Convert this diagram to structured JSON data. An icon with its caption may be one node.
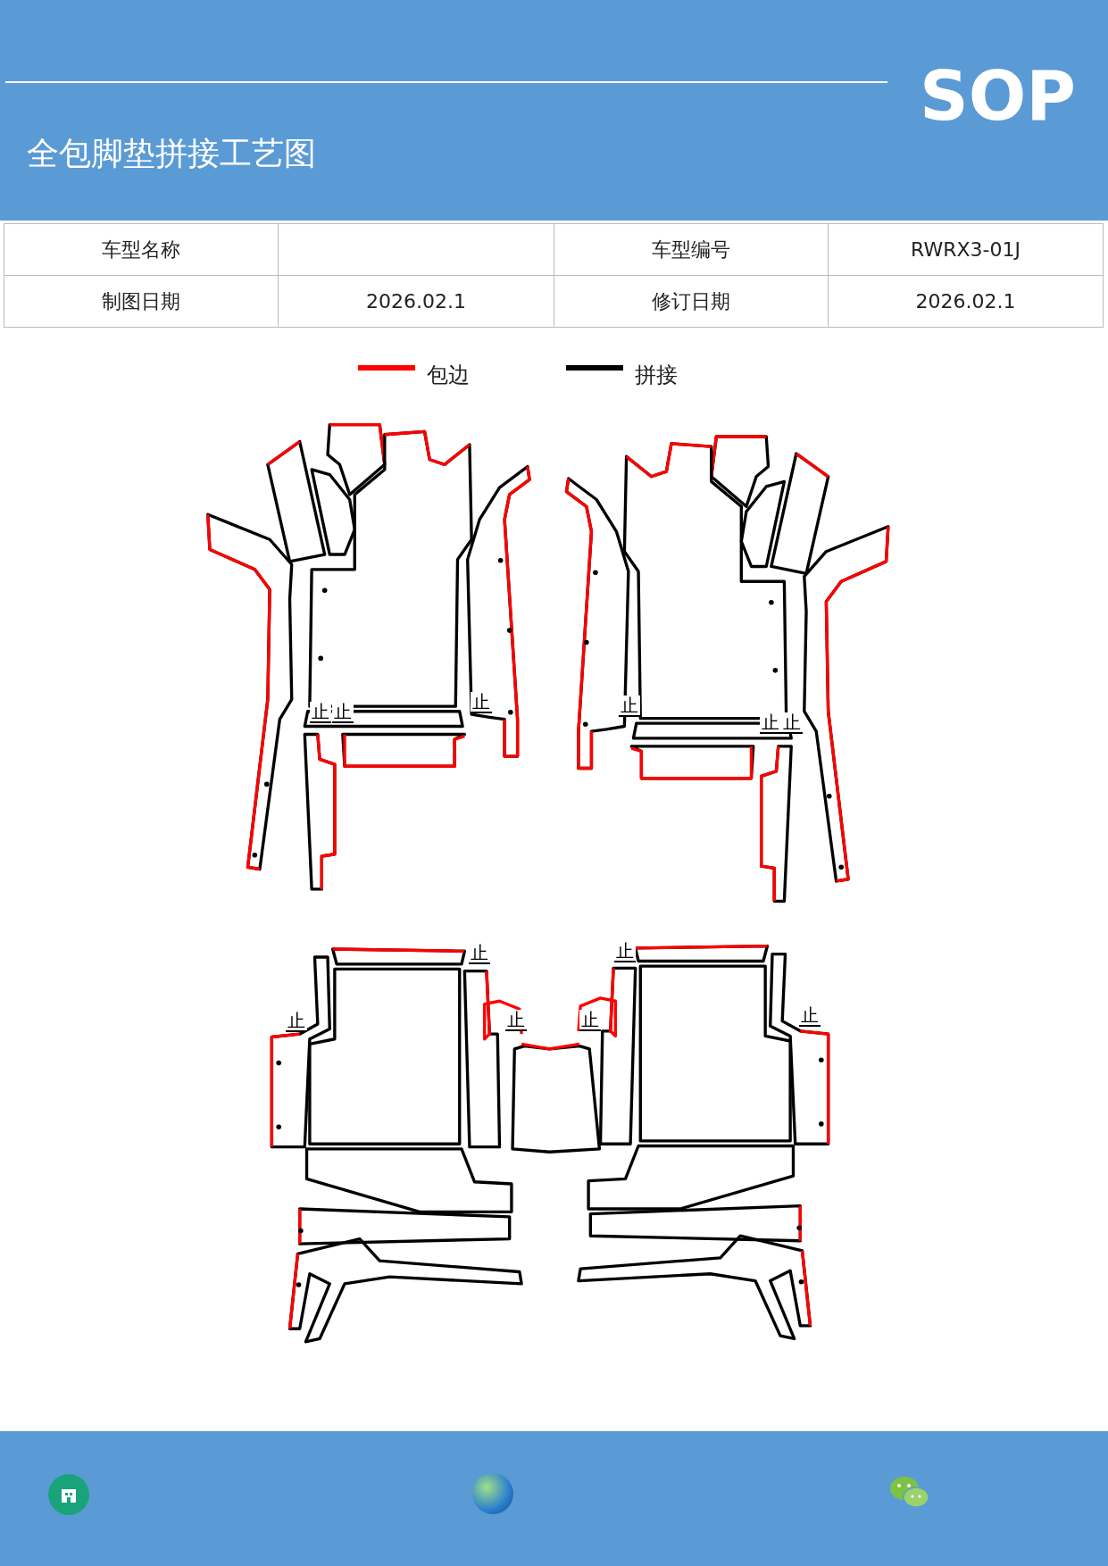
{
  "diagram": {
    "title": "全包脚垫拼接工艺图",
    "labels": [
      "SOP",
      "车型名称",
      "车型编号",
      "RWRX3-01J",
      "制图日期",
      "2026.02.1",
      "修订日期",
      "2026.02.1",
      "止",
      "止",
      "止",
      "止",
      "止",
      "止",
      "止",
      "止",
      "止",
      "止",
      "止",
      "止"
    ],
    "legend": [
      {
        "text": "包边",
        "color": "#ff0000"
      },
      {
        "text": "拼接",
        "color": "#000000"
      }
    ]
  }
}
